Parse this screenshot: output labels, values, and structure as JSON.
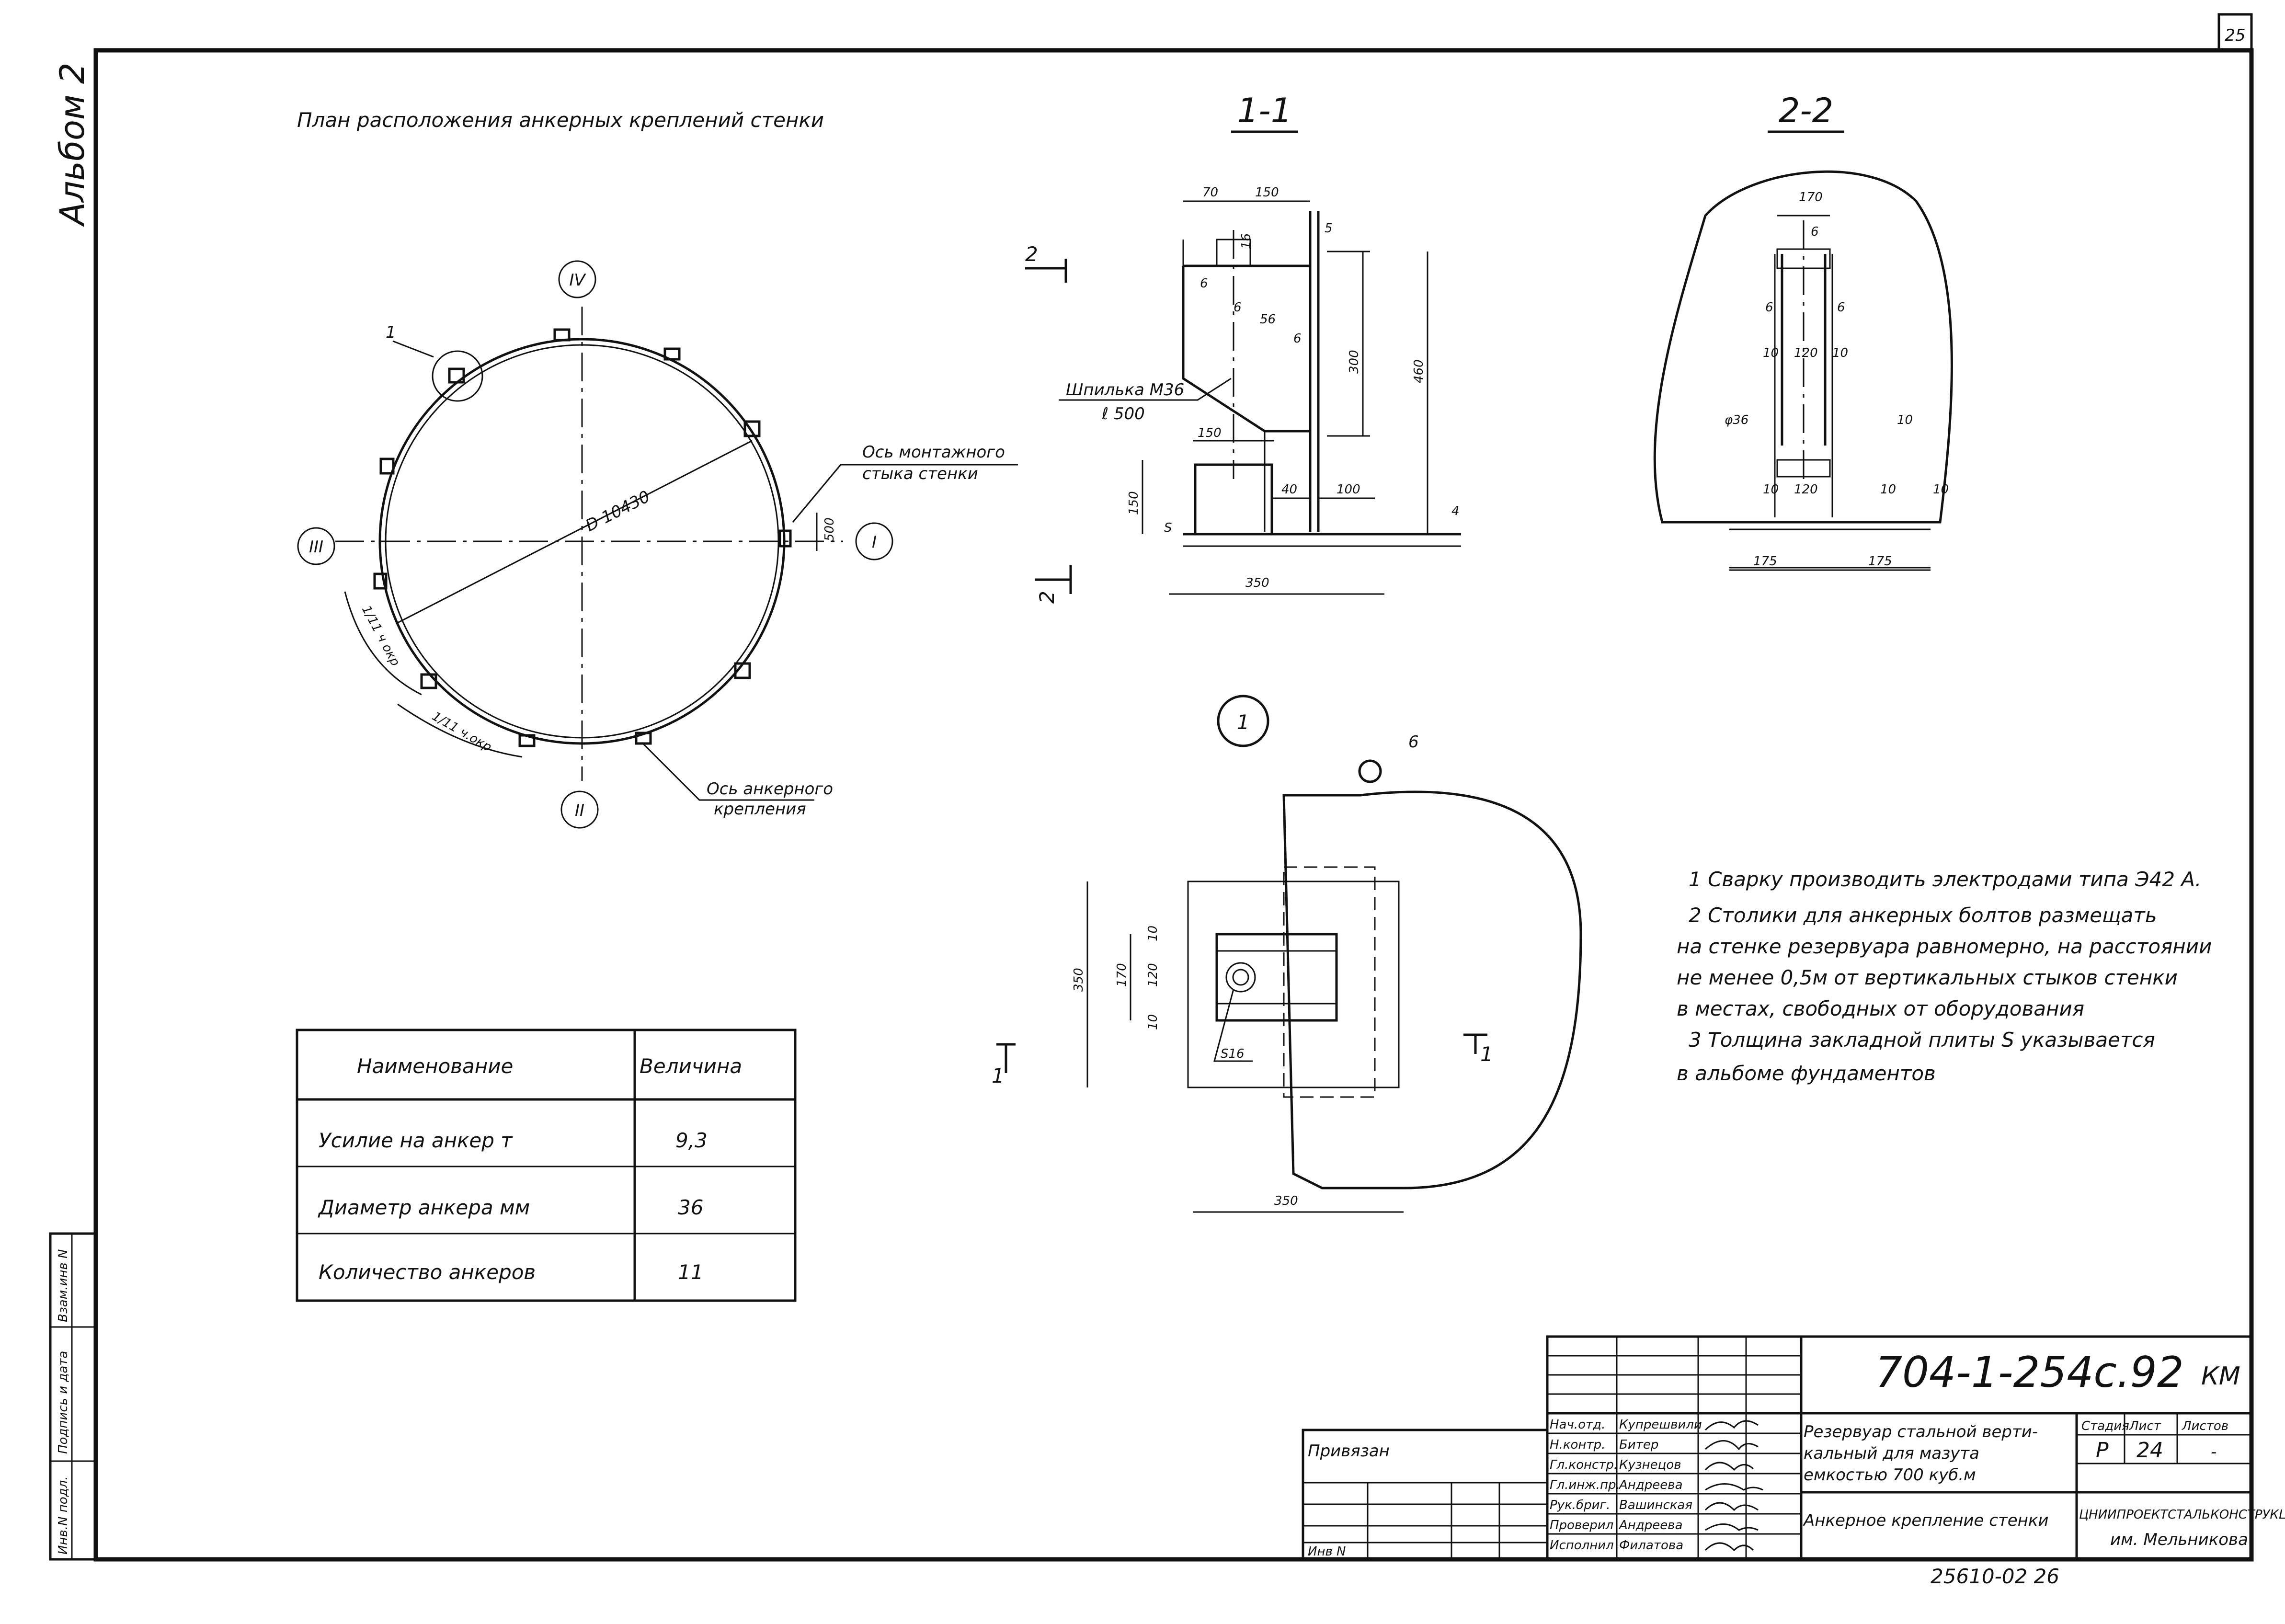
{
  "sheet": {
    "page_number": "25",
    "album_label": "Альбом 2",
    "title_text": "План расположения анкерных креплений стенки"
  },
  "plan": {
    "diameter_label": "D 10430",
    "axis_I": "I",
    "axis_II": "II",
    "axis_III": "III",
    "axis_IV": "IV",
    "node_callout": "1",
    "mount_axis_label_line1": "Ось монтажного",
    "mount_axis_label_line2": "стыка стенки",
    "anchor_axis_label_line1": "Ось анкерного",
    "anchor_axis_label_line2": "крепления",
    "arc_label_1": "1/11 ч окр",
    "arc_label_2": "1/11 ч.окр",
    "dim_500": "500"
  },
  "section_1_1": {
    "title": "1-1",
    "dims": [
      "70",
      "150",
      "16",
      "5",
      "6",
      "56",
      "300",
      "460",
      "150",
      "40",
      "100",
      "150",
      "S",
      "4",
      "350",
      "6",
      "6"
    ],
    "stud_label_line1": "Шпилька М36",
    "stud_label_line2": "ℓ 500",
    "cut_2_top": "2",
    "cut_2_bottom": "2"
  },
  "section_2_2": {
    "title": "2-2",
    "dims": [
      "170",
      "6",
      "6",
      "6",
      "10",
      "120",
      "10",
      "φ36",
      "10",
      "10",
      "120",
      "10",
      "10",
      "175",
      "175"
    ]
  },
  "node_1": {
    "callout": "1",
    "dims": [
      "350",
      "170",
      "10",
      "120",
      "10",
      "350"
    ],
    "weld_label": "S16",
    "cut_left": "1",
    "cut_right": "1",
    "mark_6": "6"
  },
  "notes": [
    "1 Сварку производить электродами типа Э42 А.",
    "2 Столики для анкерных болтов размещать",
    "на стенке резервуара равномерно, на расстоянии",
    "не менее 0,5м от вертикальных стыков стенки",
    "в местах, свободных от оборудования",
    "3 Толщина закладной плиты S указывается",
    "в альбоме фундаментов"
  ],
  "table": {
    "headers": [
      "Наименование",
      "Величина"
    ],
    "rows": [
      {
        "name": "Усилие на анкер т",
        "value": "9,3"
      },
      {
        "name": "Диаметр анкера мм",
        "value": "36"
      },
      {
        "name": "Количество анкеров",
        "value": "11"
      }
    ]
  },
  "side_stamp": [
    "Инв.N подл.",
    "Подпись и дата",
    "Взам.инв N"
  ],
  "title_block": {
    "drawing_code": "704-1-254с.92",
    "mark": "КМ",
    "privyazan": "Привязан",
    "inv_n": "Инв N",
    "roles": [
      "Нач.отд.",
      "Н.контр.",
      "Гл.констр.",
      "Гл.инж.пр.",
      "Рук.бриг.",
      "Проверил",
      "Исполнил"
    ],
    "names": [
      "Купрешвили",
      "Битер",
      "Кузнецов",
      "Андреева",
      "Вашинская",
      "Андреева",
      "Филатова"
    ],
    "object_line1": "Резервуар стальной верти-",
    "object_line2": "кальный для мазута",
    "object_line3": "емкостью 700 куб.м",
    "sheet_title": "Анкерное крепление стенки",
    "col_stage": "Стадия",
    "col_sheet": "Лист",
    "col_sheets": "Листов",
    "stage": "Р",
    "sheet_no": "24",
    "sheets_total": "-",
    "org_line1": "ЦНИИПРОЕКТСТАЛЬКОНСТРУКЦИЯ",
    "org_line2": "им. Мельникова",
    "archive": "25610-02 26"
  }
}
